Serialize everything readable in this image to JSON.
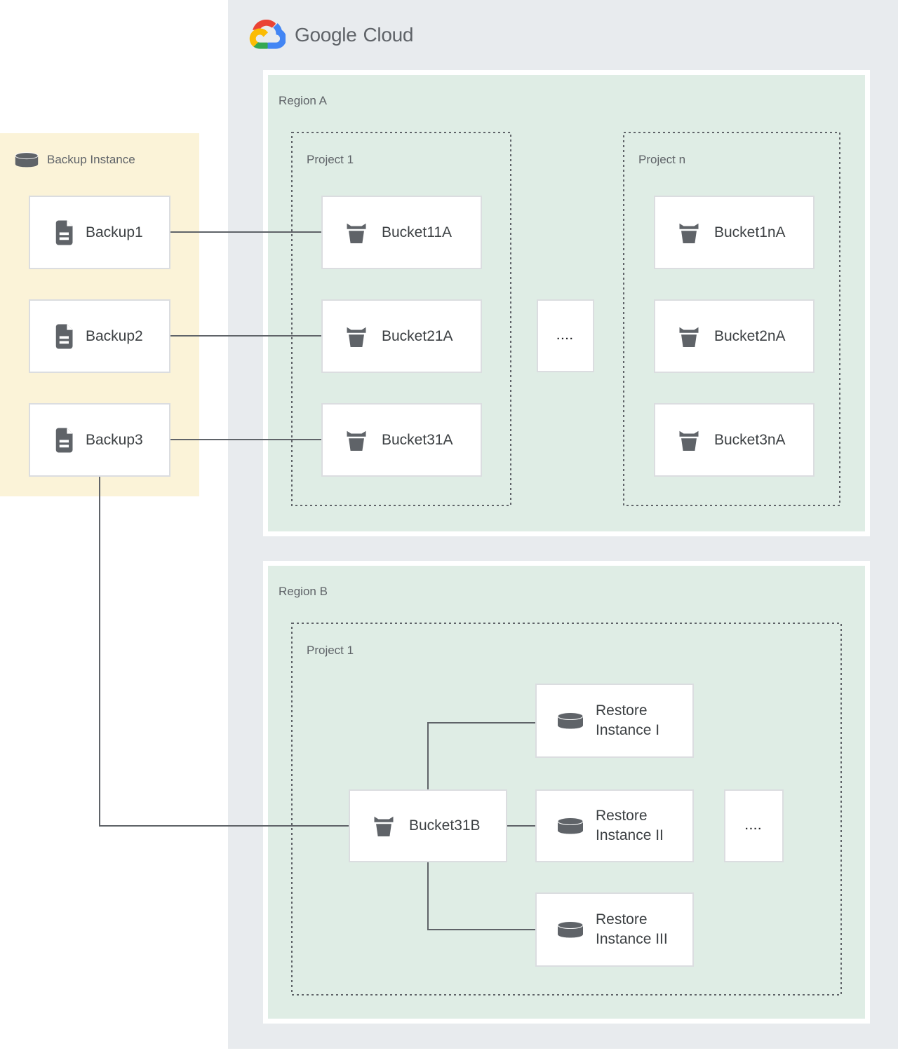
{
  "header": {
    "logo": {
      "brand": "Google",
      "product": "Cloud"
    }
  },
  "backup_panel": {
    "title": "Backup Instance",
    "title_icon": "database-icon",
    "items": [
      {
        "label": "Backup1",
        "icon": "document-icon"
      },
      {
        "label": "Backup2",
        "icon": "document-icon"
      },
      {
        "label": "Backup3",
        "icon": "document-icon"
      }
    ]
  },
  "regions": {
    "region_a": {
      "label": "Region A",
      "projects": [
        {
          "label": "Project 1",
          "buckets": [
            "Bucket11A",
            "Bucket21A",
            "Bucket31A"
          ]
        },
        {
          "label": "Project n",
          "buckets": [
            "Bucket1nA",
            "Bucket2nA",
            "Bucket3nA"
          ]
        }
      ],
      "ellipsis": "...."
    },
    "region_b": {
      "label": "Region B",
      "project": {
        "label": "Project 1"
      },
      "bucket": "Bucket31B",
      "restore_instances": [
        "Restore Instance I",
        "Restore Instance II",
        "Restore Instance III"
      ],
      "ellipsis": "...."
    }
  },
  "connections": [
    "Backup1 -> Bucket11A",
    "Backup2 -> Bucket21A",
    "Backup3 -> Bucket31A",
    "Backup3 -> Bucket31B",
    "Bucket31B -> Restore Instance I",
    "Bucket31B -> Restore Instance II",
    "Bucket31B -> Restore Instance III"
  ],
  "colors": {
    "panel_gray": "#E8EBEE",
    "region_green": "#DFEDE5",
    "backup_yellow": "#FBF3D8",
    "box_border": "#DBDDE0",
    "icon_gray": "#5F6368",
    "connector_gray": "#5F6368",
    "label_gray": "#5F6368",
    "text_dark": "#3C4043",
    "logo_red": "#EA4335",
    "logo_blue": "#4285F4",
    "logo_green": "#34A853",
    "logo_yellow": "#FBBC05"
  }
}
